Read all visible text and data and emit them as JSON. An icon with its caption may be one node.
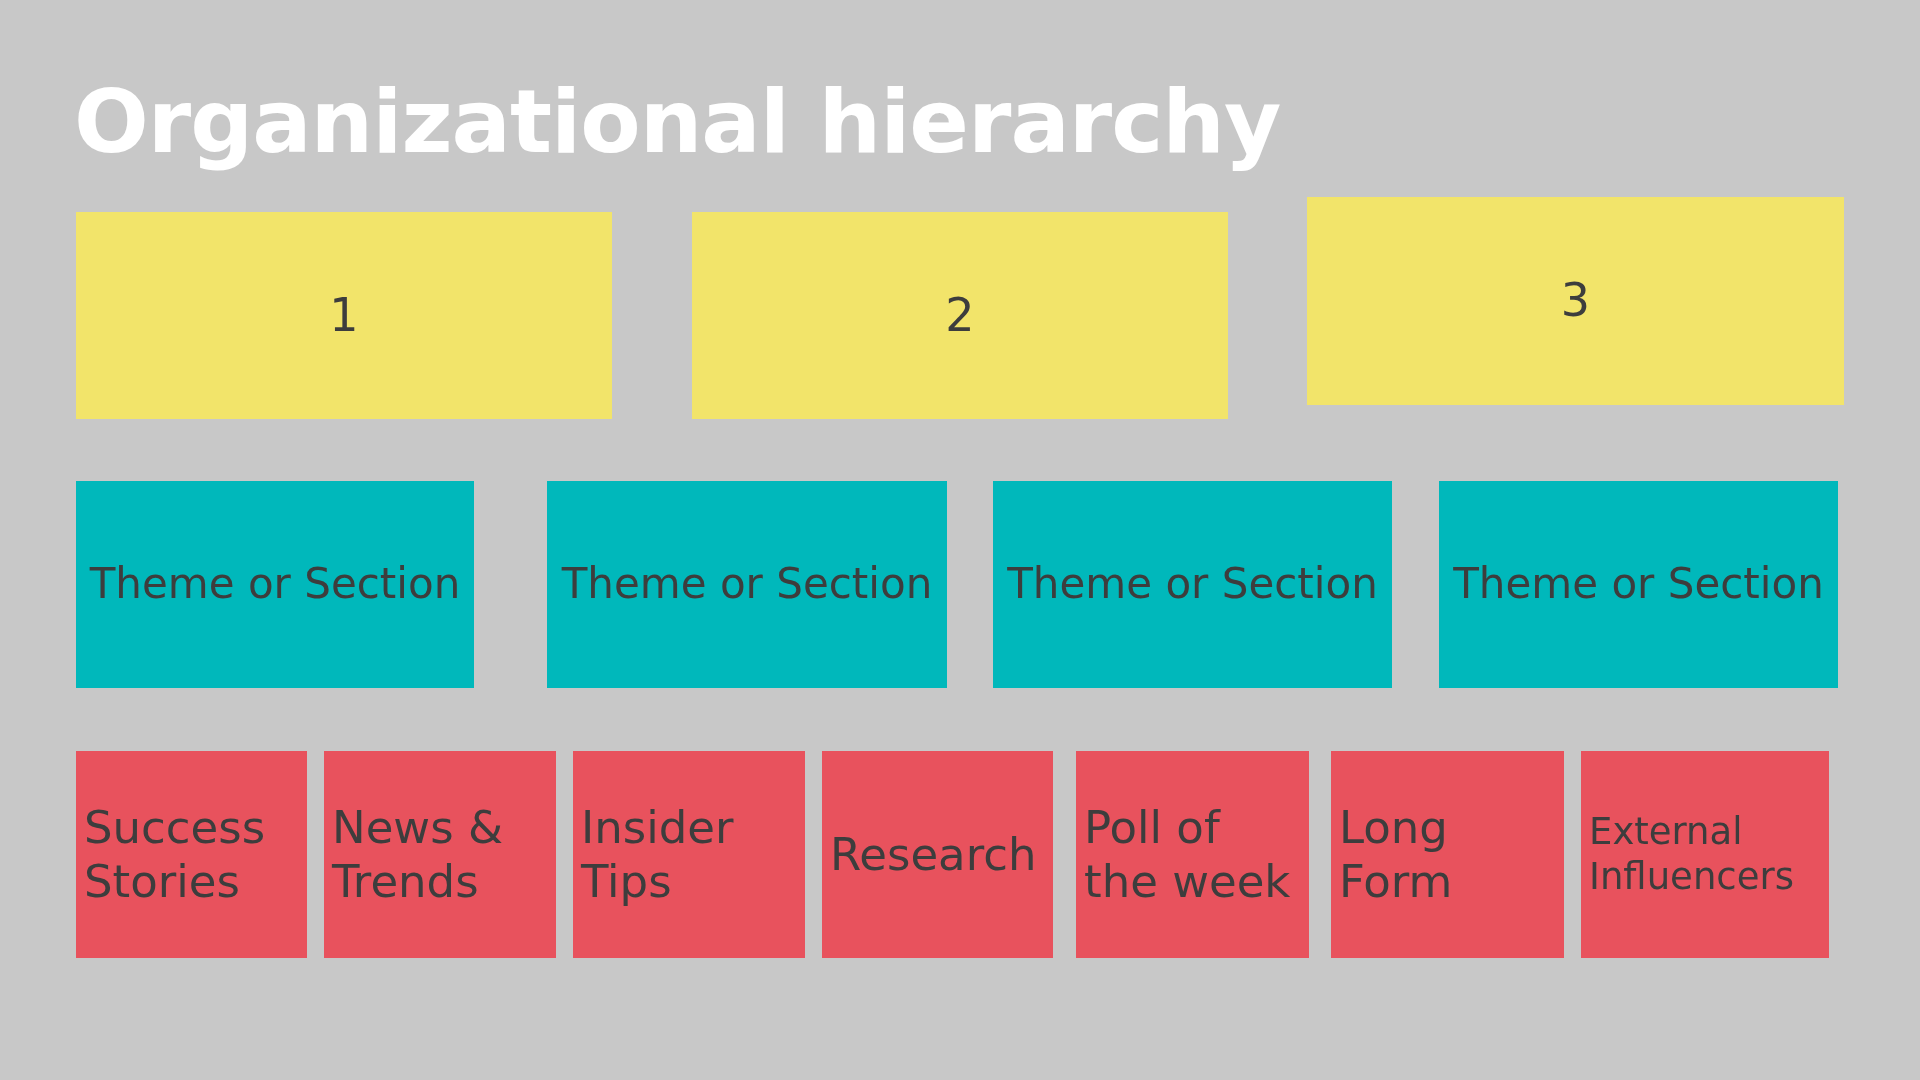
{
  "diagram": {
    "title": "Organizational hierarchy",
    "nodes": [
      {
        "text": [
          "1"
        ]
      },
      {
        "text": [
          "2"
        ]
      },
      {
        "text": [
          "3"
        ]
      },
      {
        "text": [
          "Theme or Section"
        ]
      },
      {
        "text": [
          "Theme or Section"
        ]
      },
      {
        "text": [
          "Theme or Section"
        ]
      },
      {
        "text": [
          "Theme or Section"
        ]
      },
      {
        "text": [
          "Success Stories"
        ]
      },
      {
        "text": [
          "News & Trends"
        ]
      },
      {
        "text": [
          "Insider Tips"
        ]
      },
      {
        "text": [
          "Research"
        ]
      },
      {
        "text": [
          "Poll of the week"
        ]
      },
      {
        "text": [
          "Long Form"
        ]
      },
      {
        "text": [
          "External Influencers"
        ]
      }
    ]
  }
}
